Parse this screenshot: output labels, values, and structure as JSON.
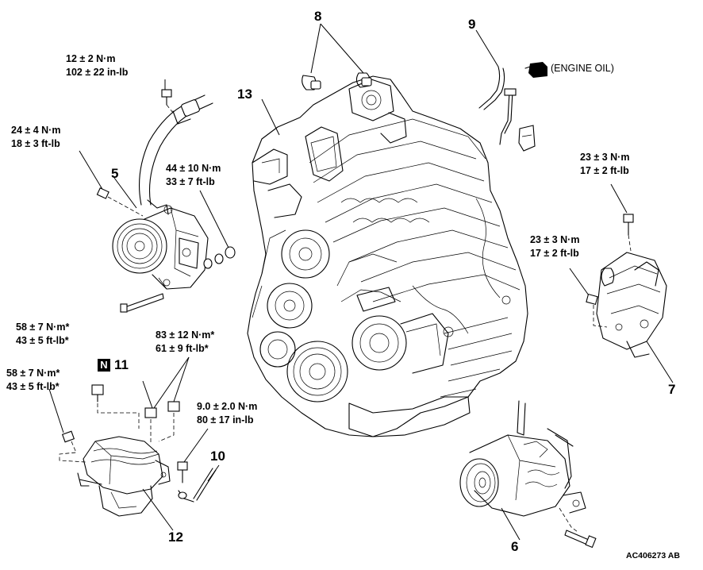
{
  "callouts": {
    "n5": "5",
    "n6": "6",
    "n7": "7",
    "n8": "8",
    "n9": "9",
    "n10": "10",
    "n11": "11",
    "n12": "12",
    "n13": "13"
  },
  "torques": {
    "hose_bolt": [
      "12 ± 2 N·m",
      "102 ± 22 in-lb"
    ],
    "pump_front_bolt": [
      "24 ± 4 N·m",
      "18 ± 3 ft-lb"
    ],
    "pump_rear_bolt": [
      "44 ± 10 N·m",
      "33 ± 7 ft-lb"
    ],
    "bracket_upper_bolt": [
      "23 ± 3 N·m",
      "17 ± 2 ft-lb"
    ],
    "bracket_lower_bolt": [
      "23 ± 3 N·m",
      "17 ± 2 ft-lb"
    ],
    "mount_top_nut": [
      "58 ± 7 N·m*",
      "43 ± 5 ft-lb*"
    ],
    "mount_side_bolt": [
      "58 ± 7 N·m*",
      "43 ± 5 ft-lb*"
    ],
    "mount_bracket_nuts": [
      "83 ± 12 N·m*",
      "61 ± 9 ft-lb*"
    ],
    "ground_bolt": [
      "9.0 ± 2.0 N·m",
      "80 ± 17 in-lb"
    ]
  },
  "labels": {
    "engine_oil": "(ENGINE OIL)",
    "badge_n": "N",
    "reference": "AC406273 AB"
  }
}
